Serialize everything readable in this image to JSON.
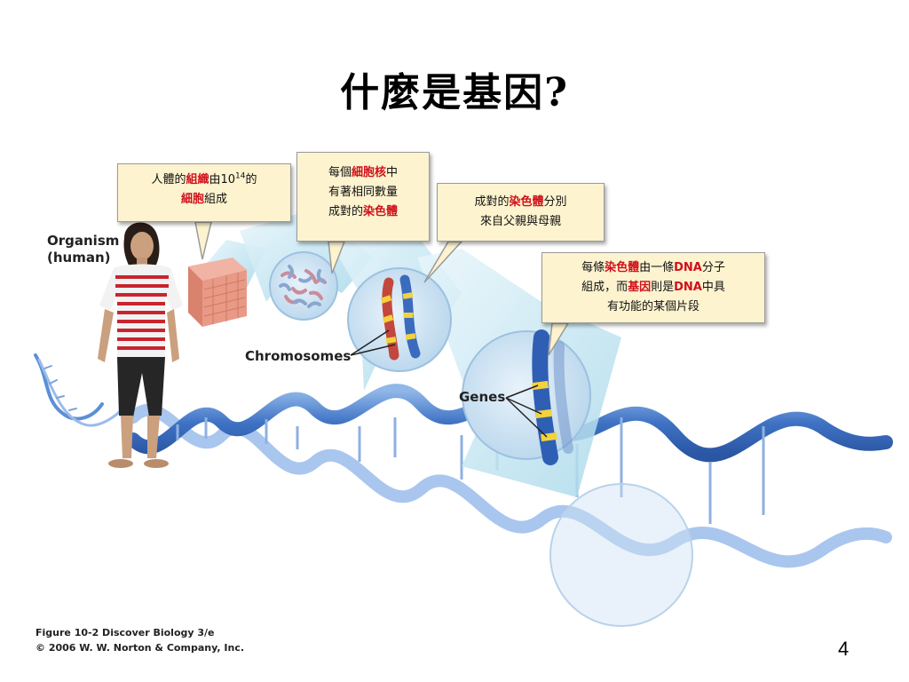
{
  "title": "什麼是基因?",
  "labels": {
    "organism_line1": "Organism",
    "organism_line2": "(human)",
    "chromosomes": "Chromosomes",
    "genes": "Genes"
  },
  "callouts": {
    "tissue": {
      "pre": "人體的",
      "hl1": "組織",
      "mid": "由10",
      "sup": "14",
      "post": "的",
      "hl2": "細胞",
      "end": "組成"
    },
    "nucleus": {
      "pre": "每個",
      "hl1": "細胞核",
      "post": "中",
      "line2": "有著相同數量",
      "line3_pre": "成對的",
      "hl2": "染色體"
    },
    "pairs": {
      "pre": "成對的",
      "hl1": "染色體",
      "post": "分別",
      "line2": "來自父親與母親"
    },
    "dna": {
      "pre": "每條",
      "hl1": "染色體",
      "mid1": "由一條",
      "b1": "DNA",
      "post1": "分子",
      "line2_pre": "組成，而",
      "hl2": "基因",
      "mid2": "則是",
      "b2": "DNA",
      "post2": "中具",
      "line3": "有功能的某個片段"
    }
  },
  "credit": {
    "line1": "Figure 10-2  Discover Biology 3/e",
    "line2": "© 2006 W. W. Norton & Company, Inc."
  },
  "page_number": "4",
  "colors": {
    "highlight": "#d0101b",
    "callout_bg": "#fdf3cf",
    "helix": "#3f72c4"
  }
}
